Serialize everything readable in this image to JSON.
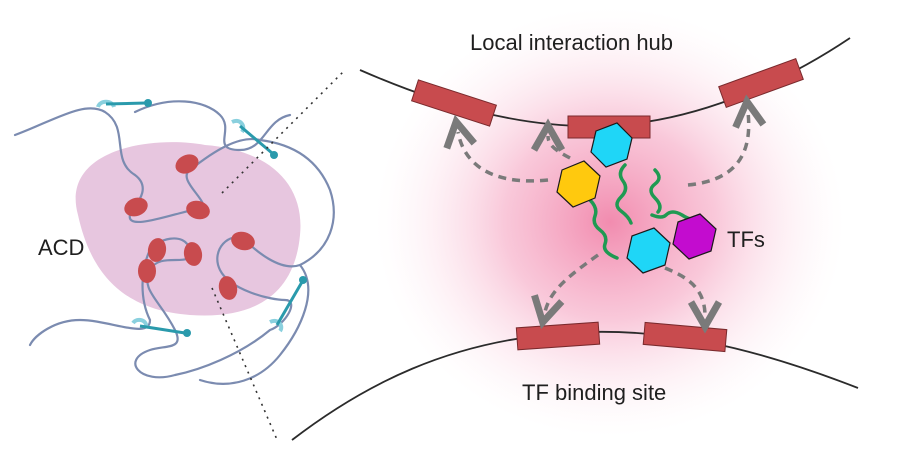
{
  "labels": {
    "acd": "ACD",
    "hub": "Local interaction hub",
    "tfs": "TFs",
    "binding_site": "TF binding site"
  },
  "colors": {
    "acd_blob": "#e7c6df",
    "hub_glow": "#f07fa6",
    "strand": "#7b8bb0",
    "binding_site": "#c84b4e",
    "cohesin": "#2a9aac",
    "tf_yellow": "#ffc90e",
    "tf_cyan": "#1fd6f7",
    "tf_magenta": "#c30ccf",
    "tf_tail": "#1f9a52",
    "arrow": "#7a7a7a"
  },
  "icons": {
    "tf_shape": "hexagon-icon",
    "binding_site_shape": "rectangle-icon",
    "cohesin_shape": "loop-anchor-icon"
  }
}
